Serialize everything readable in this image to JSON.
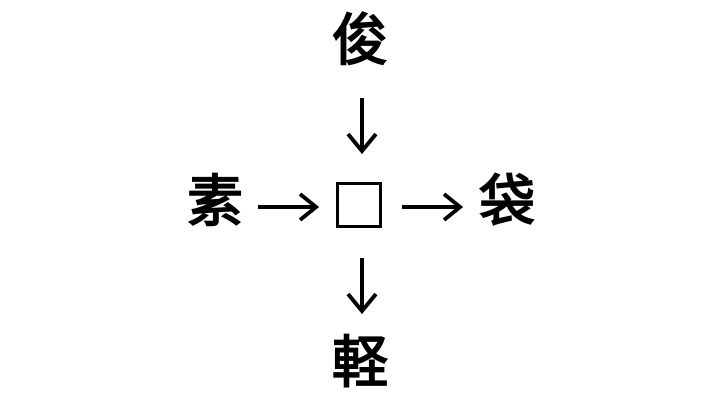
{
  "puzzle": {
    "top": "俊",
    "left": "素",
    "right": "袋",
    "bottom": "軽",
    "center": "□"
  },
  "colors": {
    "text": "#000000",
    "background": "#ffffff"
  }
}
